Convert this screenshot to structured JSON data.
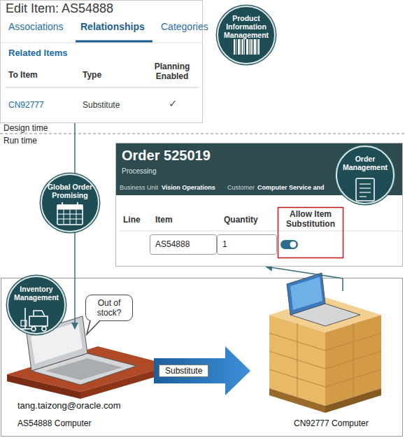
{
  "diagram": {
    "nodes": [
      {
        "text": [
          "Edit Item: AS54888"
        ]
      },
      {
        "text": [
          "Product Information Management"
        ]
      },
      {
        "text": [
          "Global Order Promising"
        ]
      },
      {
        "text": [
          "Order 525019",
          "Processing"
        ]
      },
      {
        "text": [
          "Order Management"
        ]
      },
      {
        "text": [
          "Inventory Management"
        ]
      },
      {
        "text": [
          "Out of stock?"
        ]
      },
      {
        "text": [
          "AS54888 Computer"
        ]
      },
      {
        "text": [
          "CN92777 Computer"
        ]
      }
    ],
    "edges": [
      {
        "from": 0,
        "to": 7,
        "arrow": "to"
      },
      {
        "from": 7,
        "to": 8,
        "label": "Substitute",
        "arrow": "to"
      },
      {
        "from": 8,
        "to": 3,
        "arrow": "to"
      }
    ],
    "labels": [
      "Associations",
      "Relationships",
      "Categories",
      "Related Items",
      "To Item",
      "Type",
      "Planning Enabled",
      "CN92777",
      "Substitute",
      "✓",
      "Design time",
      "Run time",
      "Business Unit",
      "Vision Operations",
      "Customer",
      "Computer Service and",
      "Line",
      "Item",
      "Quantity",
      "Allow Item Substitution",
      "AS54888",
      "1",
      "tang.taizong@oracle.com"
    ]
  }
}
